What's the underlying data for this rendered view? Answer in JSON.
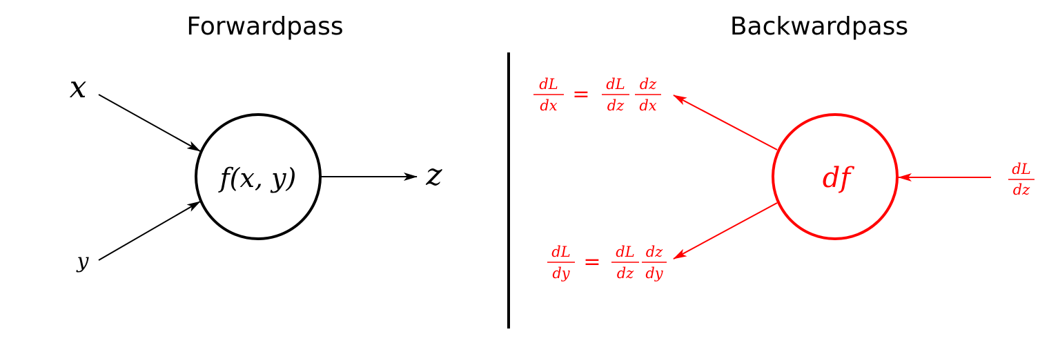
{
  "titles": {
    "forward": "Forwardpass",
    "backward": "Backwardpass"
  },
  "colors": {
    "forward": "#000000",
    "backward": "#ff0000"
  },
  "forward": {
    "input_x": "x",
    "input_y": "y",
    "node": "f(x, y)",
    "output": "z"
  },
  "backward": {
    "node": "df",
    "grad_in": {
      "num": "dL",
      "den": "dz"
    },
    "grad_x": {
      "lhs": {
        "num": "dL",
        "den": "dx"
      },
      "eq": "=",
      "f1": {
        "num": "dL",
        "den": "dz"
      },
      "f2": {
        "num": "dz",
        "den": "dx"
      }
    },
    "grad_y": {
      "lhs": {
        "num": "dL",
        "den": "dy"
      },
      "eq": "=",
      "f1": {
        "num": "dL",
        "den": "dz"
      },
      "f2": {
        "num": "dz",
        "den": "dy"
      }
    }
  }
}
